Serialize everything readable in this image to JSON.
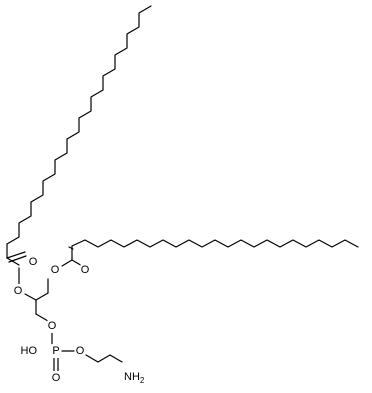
{
  "molecule": {
    "atom_labels": {
      "ester_carbonyl_o_upper": "O",
      "ester_carbonyl_o_lower": "O",
      "ester_o_sn2": "O",
      "ester_o_sn1": "O",
      "phosphate_o_bridge": "O",
      "p_hydroxyl": "HO",
      "phosphorus": "P",
      "phosphoryl_o": "O",
      "phosphate_o_ethyl": "O",
      "amine_n": "NH",
      "amine_h_count": "2"
    }
  }
}
